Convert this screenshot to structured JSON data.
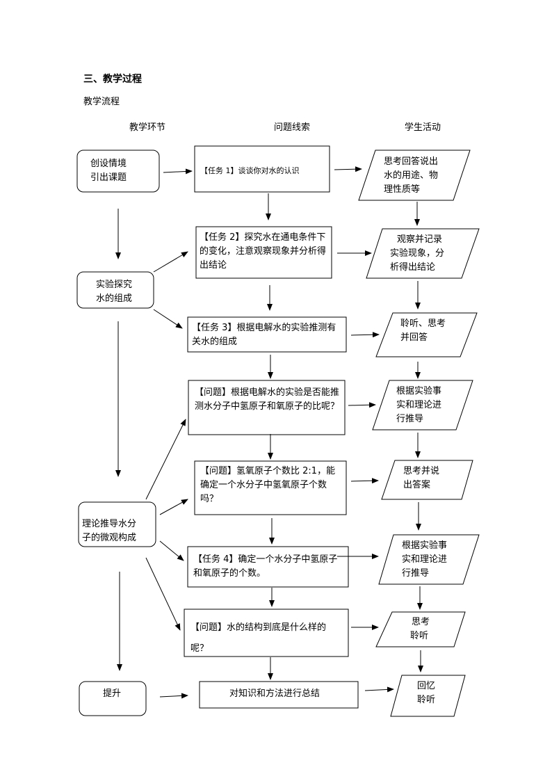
{
  "doc": {
    "section_title": "三、教学过程",
    "section_sub": "教学流程"
  },
  "columns": {
    "stage": "教学环节",
    "clue": "问题线索",
    "activity": "学生活动"
  },
  "stages": {
    "s1": [
      "创设情境",
      "引出课题"
    ],
    "s2": [
      "实验探究",
      "水的组成"
    ],
    "s3": [
      "理论推导水分",
      "子的微观构成"
    ],
    "s4": [
      "提升"
    ]
  },
  "clues": {
    "c1": {
      "tag": "【任务 1】",
      "text": "谈谈你对水的认识"
    },
    "c2": {
      "tag": "【任务 2】",
      "text": "探究水在通电条件下的变化，注意观察现象并分析得出结论"
    },
    "c3": {
      "tag": "【任务 3】",
      "text": "根据电解水的实验推测有关水的组成"
    },
    "c4": {
      "tag": "【问题】",
      "text": "根据电解水的实验是否能推测水分子中氢原子和氧原子的比呢？"
    },
    "c5": {
      "tag": "【问题】",
      "text": "氢氧原子个数比 2:1，能确定一个水分子中氢氧原子个数吗？"
    },
    "c6": {
      "tag": "【任务 4】",
      "text": "确定一个水分子中氢原子和氧原子的个数。"
    },
    "c7": {
      "tag": "【问题】",
      "text": "水的结构到底是什么样的呢？"
    },
    "c8": {
      "tag": "",
      "text": "对知识和方法进行总结"
    }
  },
  "activities": {
    "a1": [
      "思考回答说出",
      "水的用途、物",
      "理性质等"
    ],
    "a2": [
      "观察并记录",
      "实验现象，分",
      "析得出结论"
    ],
    "a3": [
      "聆听、思考",
      "并回答"
    ],
    "a4": [
      "根据实验事",
      "实和理论进",
      "行推导"
    ],
    "a5": [
      "思考并说",
      "出答案"
    ],
    "a6": [
      "根据实验事",
      "实和理论进",
      "行推导"
    ],
    "a7": [
      "思考",
      "聆听"
    ],
    "a8": [
      "回忆",
      "聆听"
    ]
  }
}
